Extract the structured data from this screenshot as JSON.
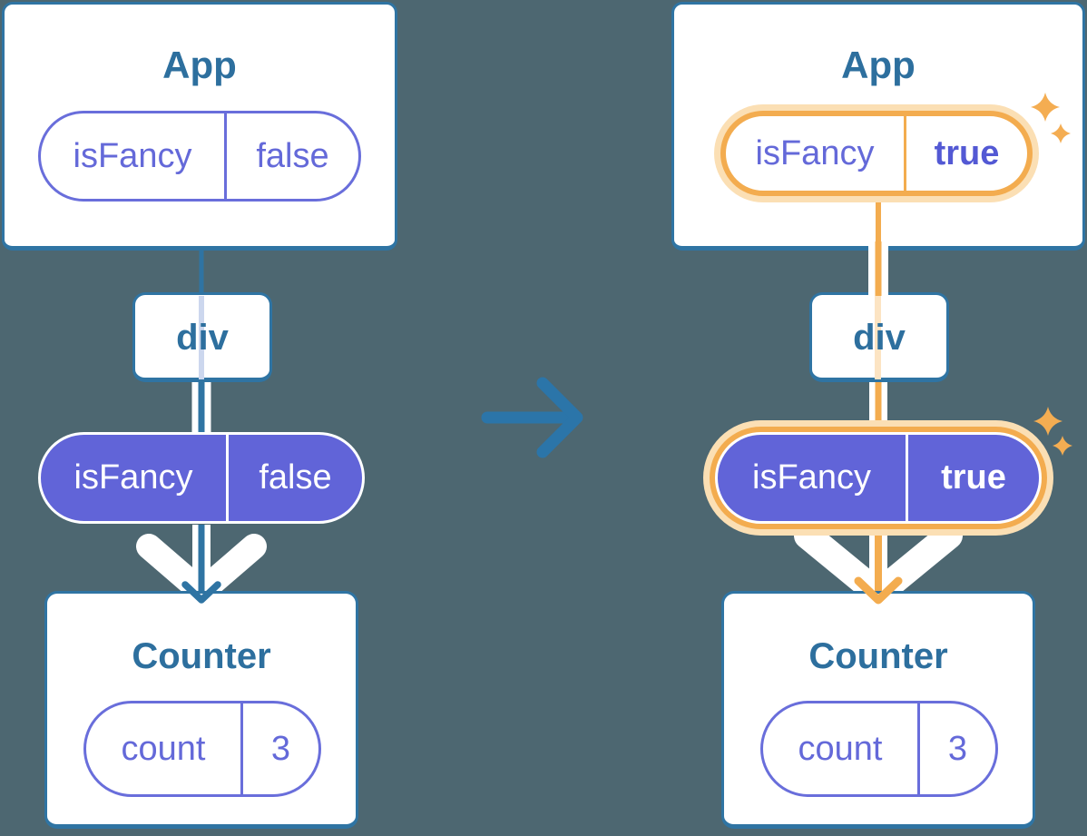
{
  "colors": {
    "background": "#4d6771",
    "steel_blue": "#2f74a3",
    "title_text": "#2d6f9e",
    "purple_fill": "#6164d8",
    "purple_text": "#6469d9",
    "orange": "#f3ac4f",
    "orange_glow": "#fbdfb4",
    "white": "#ffffff"
  },
  "icons": {
    "sparkle_icon": "four-point star",
    "down_arrow_icon": "down arrow",
    "transition_arrow_icon": "right arrow"
  },
  "before": {
    "app_card": {
      "title": "App",
      "prop": {
        "name": "isFancy",
        "value": "false"
      }
    },
    "div_node": {
      "label": "div"
    },
    "prop_pill": {
      "name": "isFancy",
      "value": "false"
    },
    "counter_card": {
      "title": "Counter",
      "state": {
        "name": "count",
        "value": "3"
      }
    }
  },
  "after": {
    "app_card": {
      "title": "App",
      "prop": {
        "name": "isFancy",
        "value": "true"
      }
    },
    "div_node": {
      "label": "div"
    },
    "prop_pill": {
      "name": "isFancy",
      "value": "true"
    },
    "counter_card": {
      "title": "Counter",
      "state": {
        "name": "count",
        "value": "3"
      }
    }
  }
}
